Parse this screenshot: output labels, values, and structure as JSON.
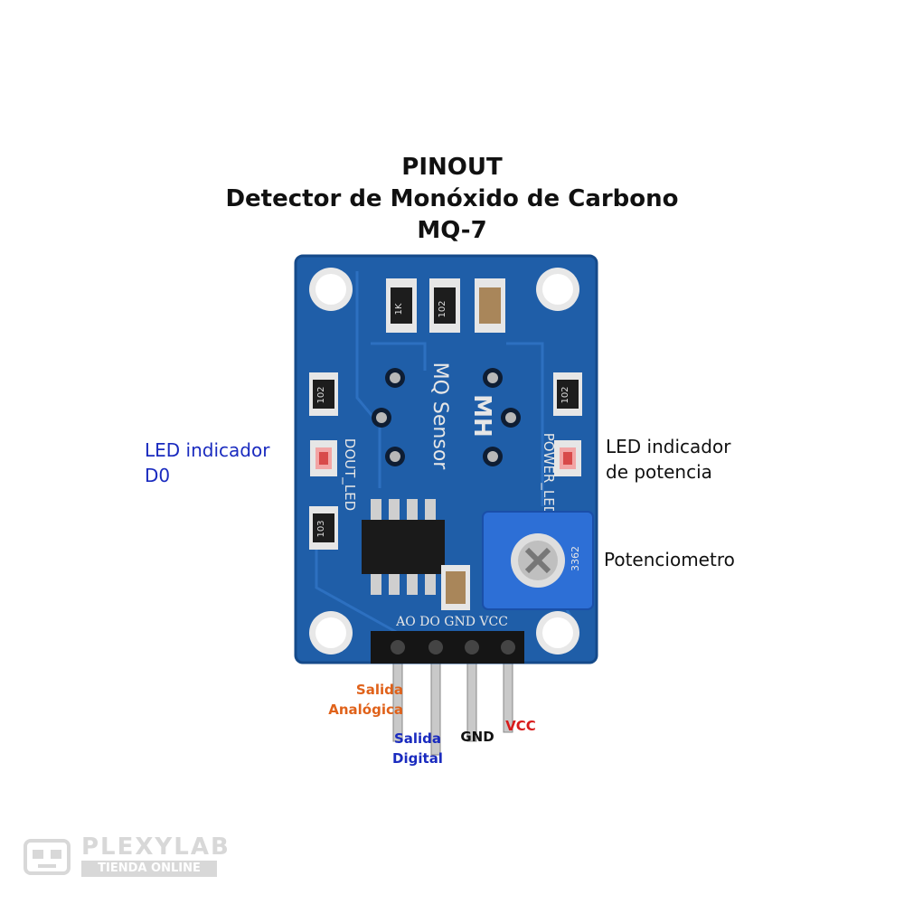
{
  "title": {
    "line1": "PINOUT",
    "line2": "Detector de Monóxido de Carbono",
    "line3": "MQ-7"
  },
  "board": {
    "silkscreen": {
      "sensor": "MQ Sensor",
      "brand": "MH",
      "dout_led": "DOUT_LED",
      "power_led": "POWER_LED",
      "pin_header": "AO  DO  GND  VCC",
      "res1": "1K",
      "res2": "102",
      "res3": "102",
      "res4": "102",
      "res5": "103",
      "pot": "3362"
    }
  },
  "labels": {
    "led_d0_line1": "LED indicador",
    "led_d0_line2": "D0",
    "led_power_line1": "LED indicador",
    "led_power_line2": "de potencia",
    "pot": "Potenciometro"
  },
  "pins": {
    "ao_line1": "Salida",
    "ao_line2": "Analógica",
    "do_line1": "Salida",
    "do_line2": "Digital",
    "gnd": "GND",
    "vcc": "VCC"
  },
  "colors": {
    "board": "#1f5ea8",
    "led_d0_label": "#1a2bbf",
    "power_labels": "#111111",
    "analog": "#e0621a",
    "digital": "#1a2bbf",
    "gnd": "#111111",
    "vcc": "#d81b1b"
  },
  "logo": {
    "name": "PLEXYLAB",
    "sub": "TIENDA ONLINE",
    "icon": "robot-face-icon"
  }
}
